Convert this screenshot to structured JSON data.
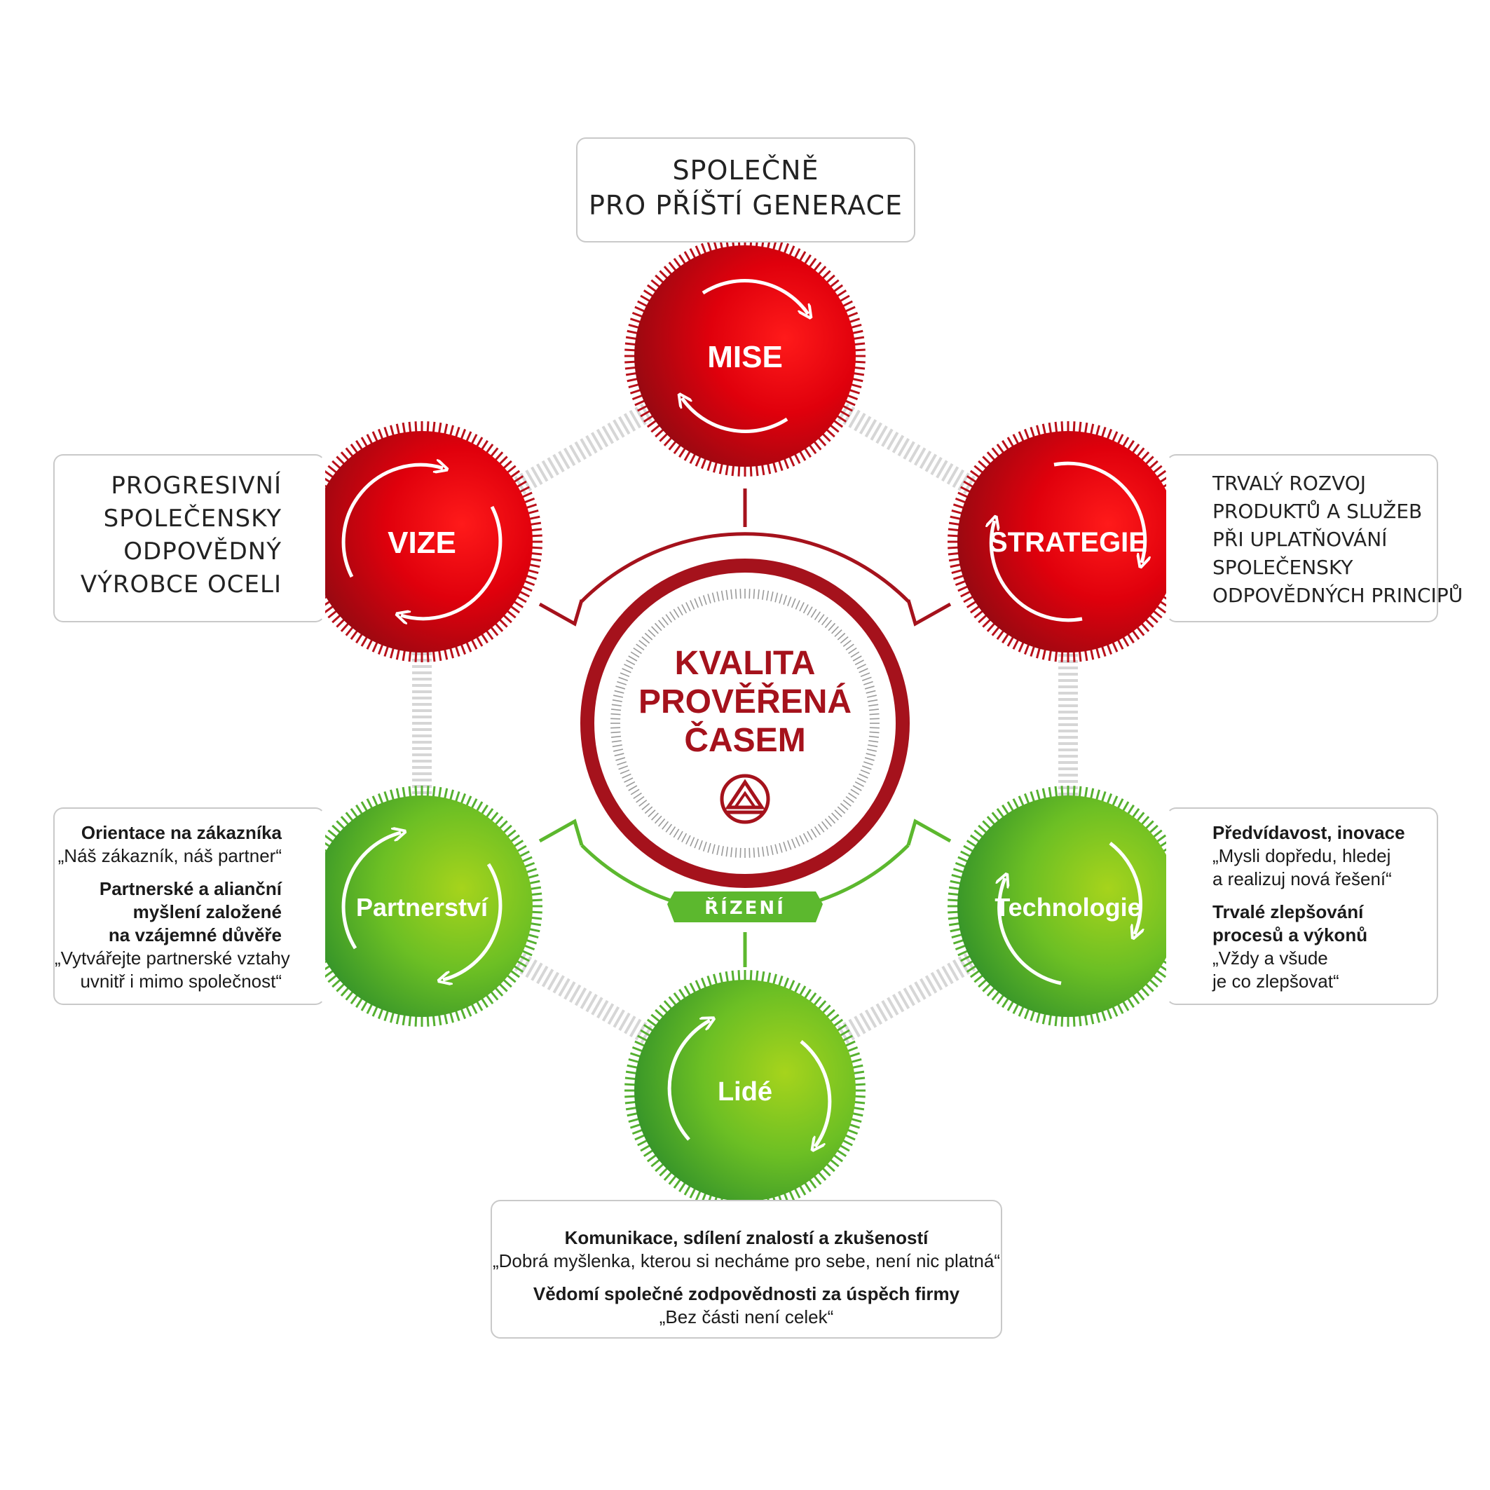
{
  "center": {
    "title_lines": [
      "KVALITA",
      "PROVĚŘENÁ",
      "ČASEM"
    ],
    "logo_icon": "steel-company-logo-icon",
    "governance_label": "ŘÍZENÍ"
  },
  "nodes": {
    "mise": {
      "label": "MISE",
      "color": "red"
    },
    "vize": {
      "label": "VIZE",
      "color": "red"
    },
    "strategie": {
      "label": "STRATEGIE",
      "color": "red"
    },
    "partnerstvi": {
      "label": "Partnerství",
      "color": "green"
    },
    "technologie": {
      "label": "Technologie",
      "color": "green"
    },
    "lide": {
      "label": "Lidé",
      "color": "green"
    }
  },
  "boxes": {
    "mise": {
      "lines": [
        "SPOLEČNĚ",
        "PRO PŘÍŠTÍ GENERACE"
      ]
    },
    "vize": {
      "lines": [
        "PROGRESIVNÍ",
        "SPOLEČENSKY",
        "ODPOVĚDNÝ",
        "VÝROBCE OCELI"
      ]
    },
    "strategie": {
      "lines": [
        "TRVALÝ ROZVOJ",
        "PRODUKTŮ A SLUŽEB",
        "PŘI UPLATŇOVÁNÍ",
        "SPOLEČENSKY",
        "ODPOVĚDNÝCH PRINCIPŮ"
      ]
    },
    "partnerstvi": {
      "heading1": "Orientace na zákazníka",
      "quote1": "„Náš zákazník, náš partner“",
      "heading2_lines": [
        "Partnerské a alianční",
        "myšlení založené",
        "na vzájemné důvěře"
      ],
      "quote2_lines": [
        "„Vytvářejte partnerské vztahy",
        "uvnitř i mimo společnost“"
      ]
    },
    "technologie": {
      "heading1": "Předvídavost, inovace",
      "quote1_lines": [
        "„Mysli dopředu, hledej",
        "a realizuj nová řešení“"
      ],
      "heading2_lines": [
        "Trvalé zlepšování",
        "procesů a výkonů"
      ],
      "quote2_lines": [
        "„Vždy a všude",
        "je co zlepšovat“"
      ]
    },
    "lide": {
      "heading1": "Komunikace, sdílení znalostí a zkušeností",
      "quote1": "„Dobrá myšlenka, kterou si necháme pro sebe, není nic platná“",
      "heading2": "Vědomí společné zodpovědnosti za úspěch firmy",
      "quote2": "„Bez části není celek“"
    }
  },
  "colors": {
    "red": "#d3000f",
    "red_dark": "#a5121c",
    "green": "#5cb82e",
    "green_light": "#98cc1a",
    "ring_gray": "#d6d6d6",
    "box_border": "#c9c9c9"
  }
}
